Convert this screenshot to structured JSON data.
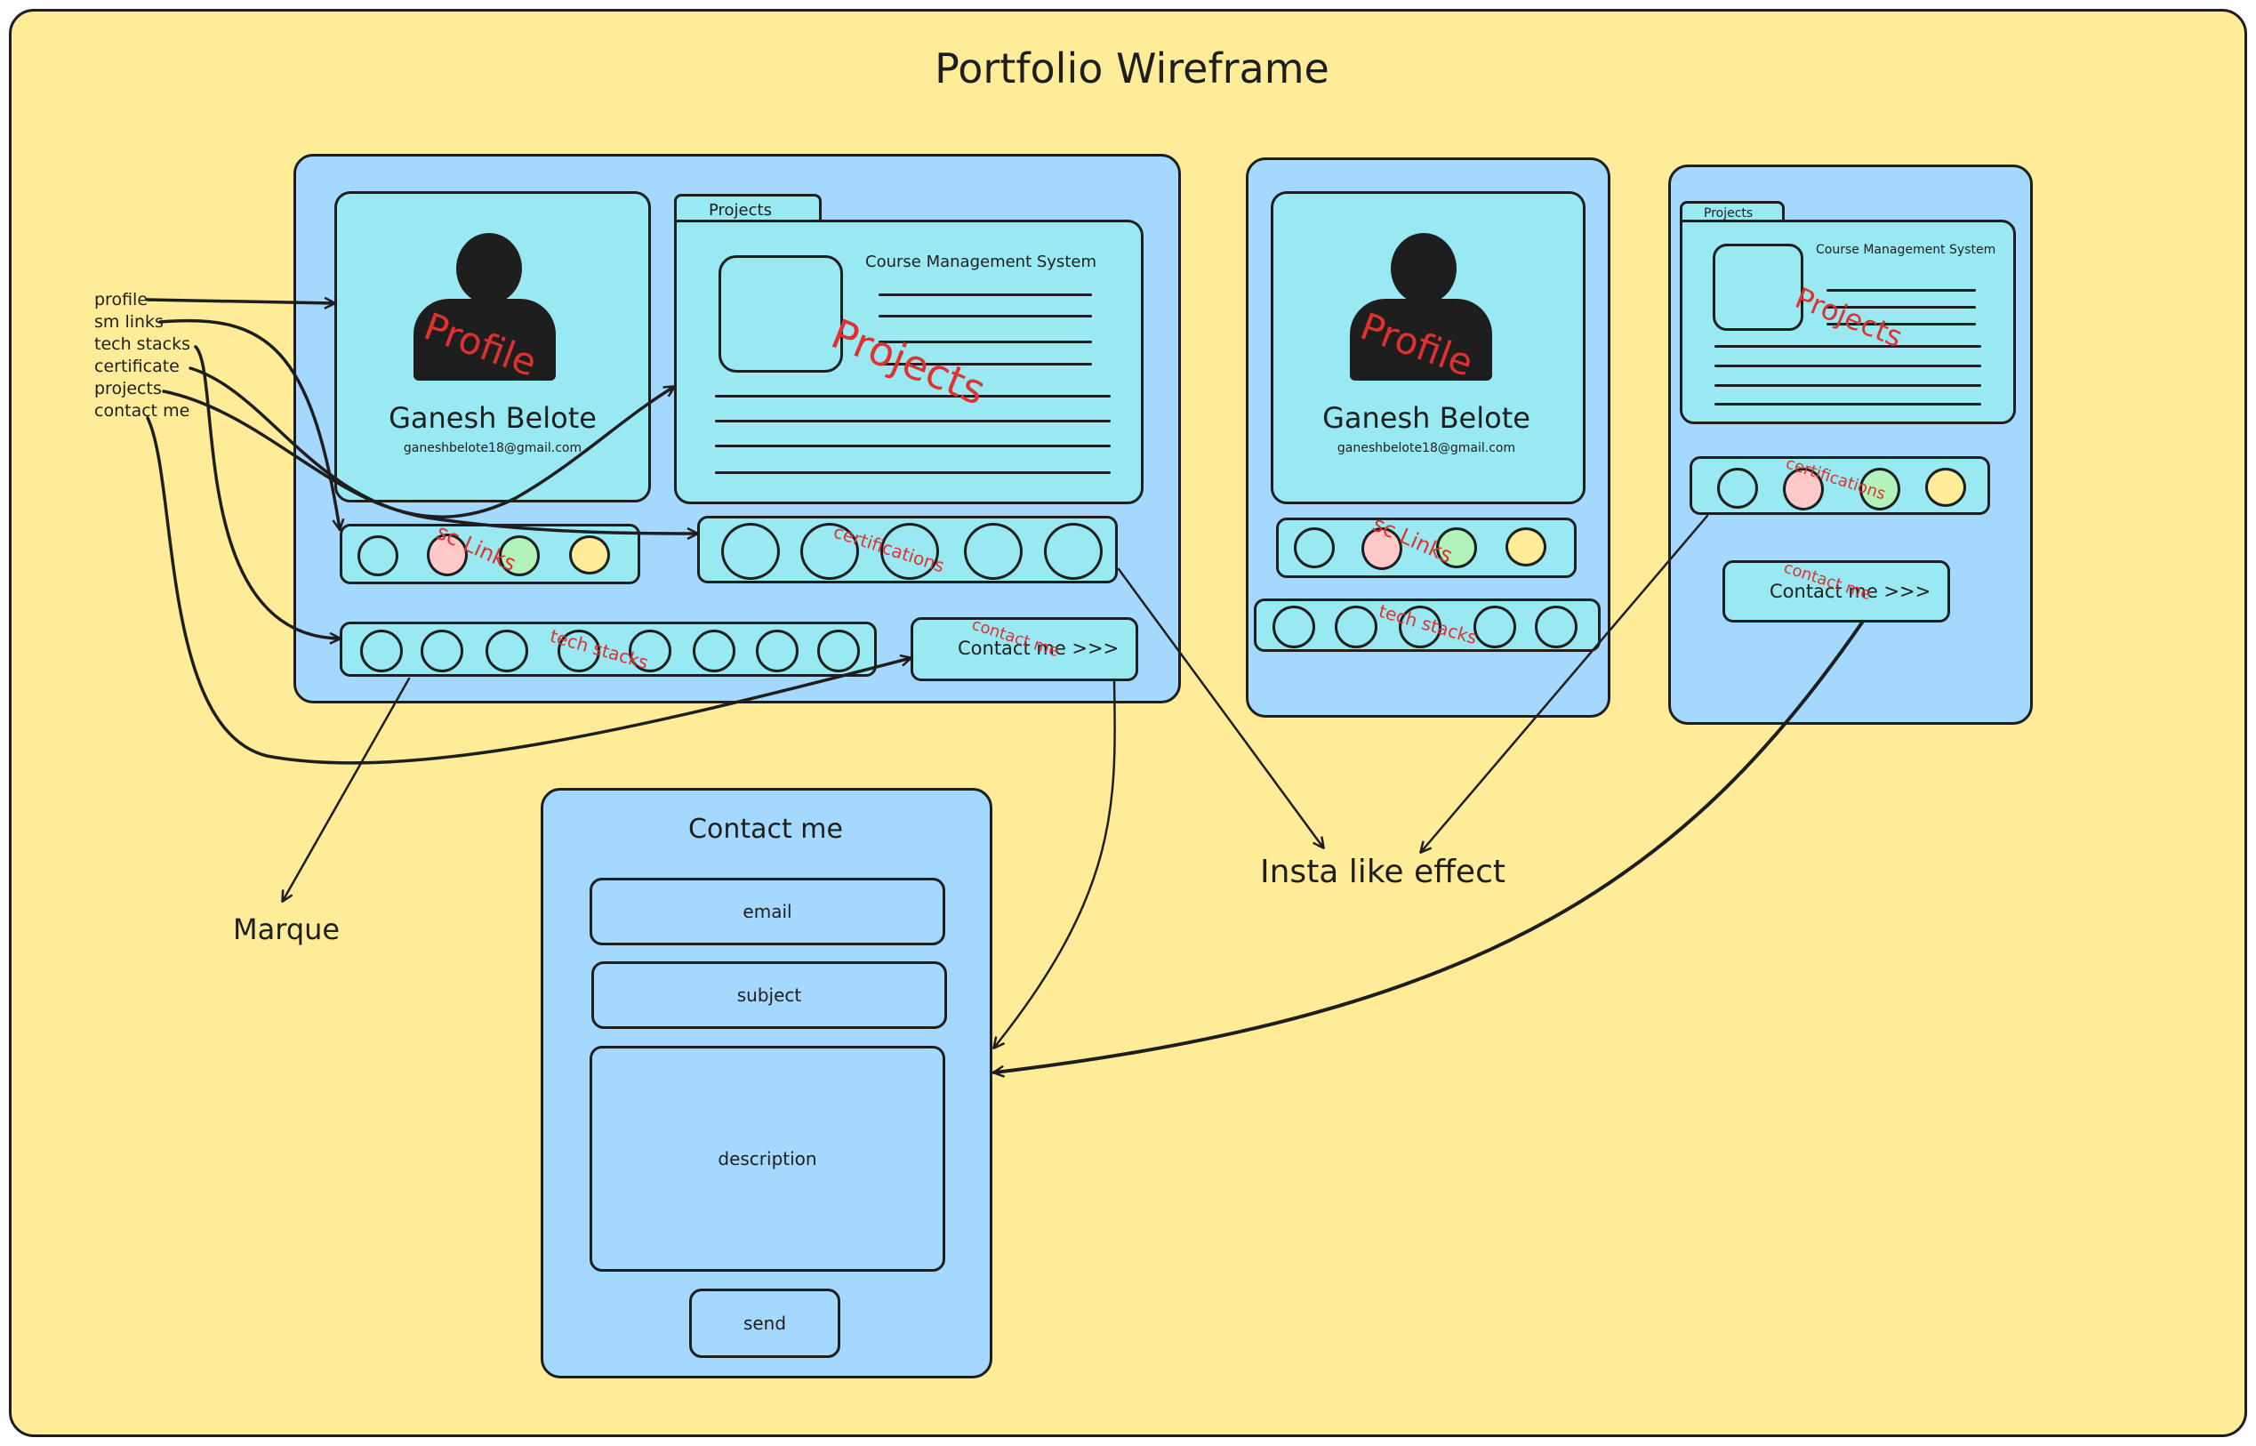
{
  "title": "Portfolio Wireframe",
  "legend": [
    "profile",
    "sm links",
    "tech stacks",
    "certificate",
    "projects",
    "contact me"
  ],
  "profile": {
    "name": "Ganesh Belote",
    "email": "ganeshbelote18@gmail.com",
    "overlay": "Profile"
  },
  "projects": {
    "tab": "Projects",
    "card_title": "Course Management System",
    "overlay": "Projects"
  },
  "sections": {
    "sc_links": "sc Links",
    "certifications": "certifications",
    "tech_stacks": "tech stacks",
    "contact_overlay": "contact me"
  },
  "contact_button": "Contact me >>>",
  "labels": {
    "marque": "Marque",
    "insta": "Insta like effect"
  },
  "contact_form": {
    "title": "Contact me",
    "email": "email",
    "subject": "subject",
    "description": "description",
    "send": "send"
  },
  "colors": {
    "canvas": "#ffec99",
    "panel": "#a5d8ff",
    "card": "#99e9f2",
    "pink": "#ffc9c9",
    "green": "#b2f2bb",
    "yellow": "#ffec99",
    "annotation": "#e03131"
  }
}
